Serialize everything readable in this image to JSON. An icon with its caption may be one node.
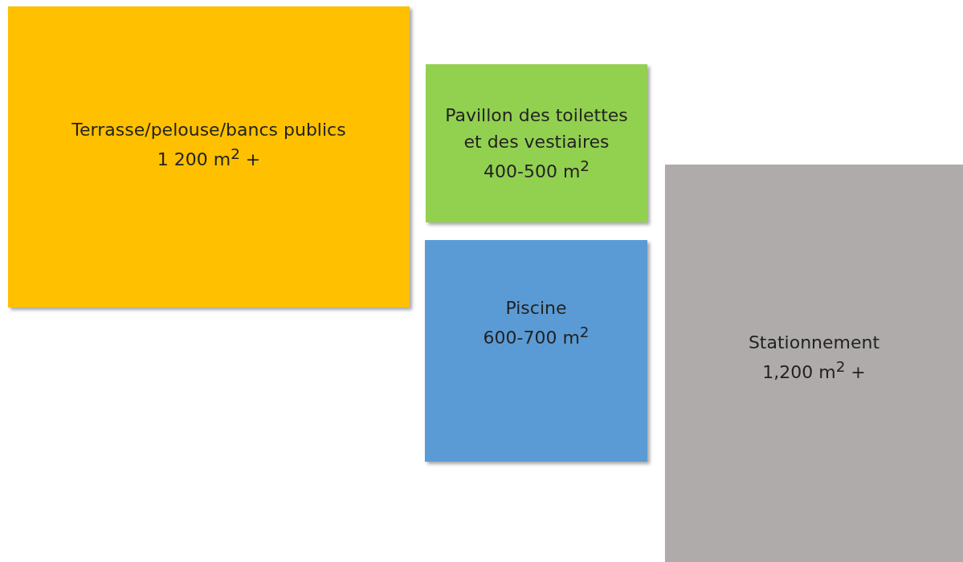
{
  "diagram": {
    "nodes": [
      {
        "text": [
          "Terrasse/pelouse/bancs publics",
          "1 200 m$^{2}$ +"
        ]
      },
      {
        "text": [
          "Pavillon des toilettes et des vestiaires",
          "400-500 m$^{2}$"
        ]
      },
      {
        "text": [
          "Piscine",
          "600-700 m$^{2}$"
        ]
      },
      {
        "text": [
          "Stationnement",
          "1,200 m$^{2}$ +"
        ]
      }
    ]
  }
}
